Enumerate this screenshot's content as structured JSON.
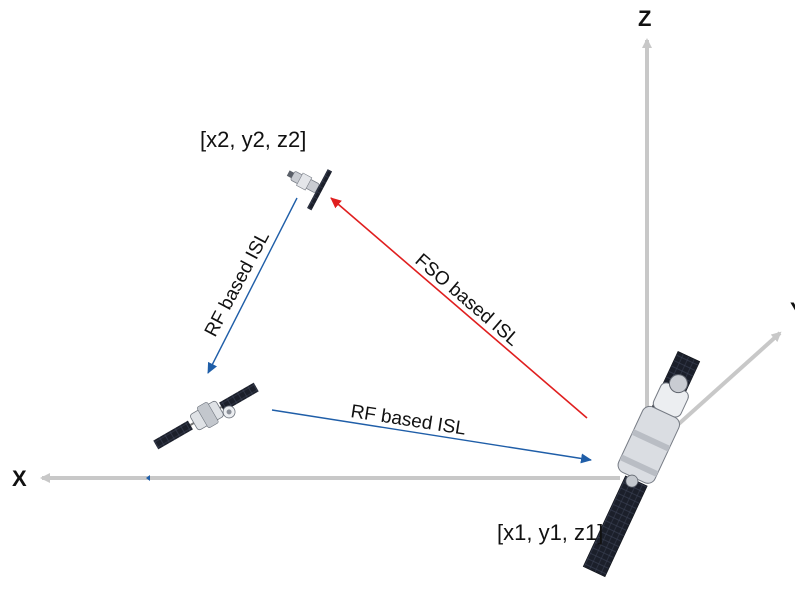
{
  "axes": {
    "x_label": "X",
    "y_label": "Y",
    "z_label": "Z",
    "axis_color": "#c8c8c8"
  },
  "satellites": {
    "sat1": {
      "label": "[x1, y1, z1]",
      "icon": "space-station-icon"
    },
    "sat2": {
      "label": "[x2, y2, z2]",
      "icon": "small-satellite-icon"
    },
    "sat3": {
      "label": "",
      "icon": "satellite-icon"
    }
  },
  "links": {
    "fso": {
      "label": "FSO based ISL",
      "color": "#e01f1f"
    },
    "rf_left": {
      "label": "RF based ISL",
      "color": "#1f5ea8"
    },
    "rf_bottom": {
      "label": "RF based ISL",
      "color": "#1f5ea8"
    }
  }
}
